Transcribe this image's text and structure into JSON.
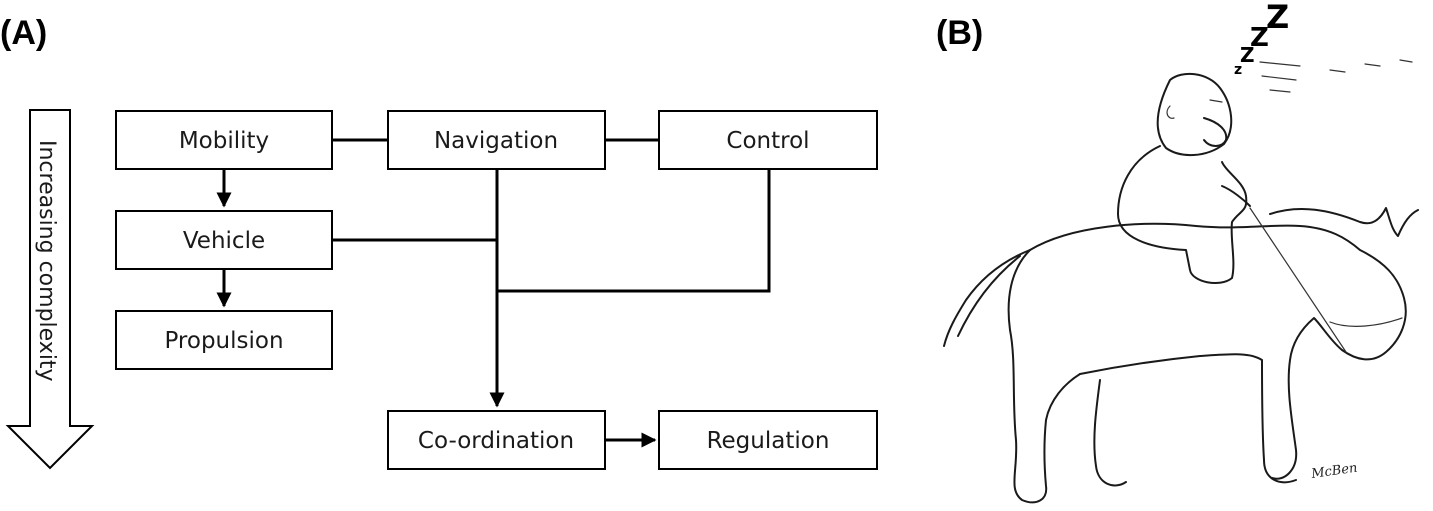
{
  "panels": {
    "a": "(A)",
    "b": "(B)"
  },
  "complexity_arrow": {
    "label": "Increasing complexity"
  },
  "nodes": {
    "mobility": "Mobility",
    "navigation": "Navigation",
    "control": "Control",
    "vehicle": "Vehicle",
    "propulsion": "Propulsion",
    "coordination": "Co-ordination",
    "regulation": "Regulation"
  },
  "cartoon": {
    "snore": "zZZ",
    "signature": "McBen"
  }
}
